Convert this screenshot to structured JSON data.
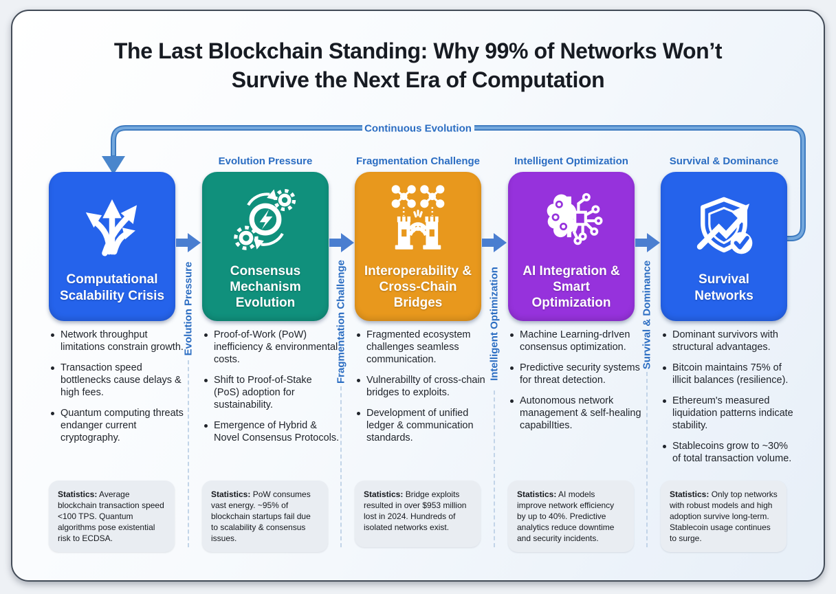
{
  "title": "The Last Blockchain Standing: Why 99% of Networks Won’t Survive the Next Era of Computation",
  "loop_label": "Continuous Evolution",
  "stage_headers": [
    "Evolution Pressure",
    "Fragmentation Challenge",
    "Intelligent Optimization",
    "Survival & Dominance"
  ],
  "divider_labels": [
    "Evolution Pressure",
    "Fragmentation Challenge",
    "Intelligent Optimization",
    "Survival & Dominance"
  ],
  "palette": {
    "box_blue": "#2563eb",
    "box_teal": "#10907c",
    "box_orange": "#e8981d",
    "box_purple": "#9632dc",
    "accent_blue": "#2b6dc2",
    "connector_blue": "#4a7ed0",
    "loop_blue_dark": "#3e7bc0",
    "loop_blue_light": "#74a8dd"
  },
  "columns": [
    {
      "title": "Computational Scalability Crisis",
      "color": "#2563eb",
      "icon": "branching-arrows",
      "bullets": [
        "Network throughput limitations constrain growth.",
        "Transaction speed bottlenecks cause delays & high fees.",
        "Quantum computing threats endanger current cryptography."
      ],
      "stats_label": "Statistics:",
      "stats_text": " Average blockchain transaction speed <100 TPS. Quantum algorithms pose existential risk to ECDSA."
    },
    {
      "title": "Consensus Mechanism Evolution",
      "color": "#10907c",
      "icon": "gears-energy",
      "bullets": [
        "Proof-of-Work (PoW) inefficiency & environmental costs.",
        "Shift to Proof-of-Stake (PoS) adoption for sustainability.",
        "Emergence of Hybrid & Novel Consensus Protocols."
      ],
      "stats_label": "Statistics:",
      "stats_text": " PoW consumes vast energy. ~95% of blockchain startups fail due to scalability & consensus issues."
    },
    {
      "title": "Interoperability & Cross-Chain Bridges",
      "color": "#e8981d",
      "icon": "bridge-network",
      "bullets": [
        "Fragmented ecosystem challenges seamless communication.",
        "Vulnerabillty of cross-chain bridges to exploits.",
        "Development of unified ledger & communication standards."
      ],
      "stats_label": "Statistics:",
      "stats_text": " Bridge exploits resulted in over $953 million lost in 2024. Hundreds of isolated networks exist."
    },
    {
      "title": "AI Integration & Smart Optimization",
      "color": "#9632dc",
      "icon": "brain-circuit",
      "bullets": [
        "Machine Learning-drIven consensus optimization.",
        "Predictive security systems for threat detection.",
        "Autonomous network management & self-healing capabilIties."
      ],
      "stats_label": "Statistics:",
      "stats_text": " AI models improve network efficiency by up to 40%. Predictive analytics reduce downtime and security incidents."
    },
    {
      "title": "Survival Networks",
      "color": "#2563eb",
      "icon": "shield-growth",
      "bullets": [
        "Dominant survivors with structural advantages.",
        "Bitcoin maintains 75% of illicit balances (resilience).",
        "Ethereum's measured liquidation patterns indicate stability.",
        "Stablecoins grow to ~30% of total transaction volume."
      ],
      "stats_label": "Statistics:",
      "stats_text": " Only top networks with robust models and high adoption survive long-term. Stablecoin usage continues to surge."
    }
  ]
}
